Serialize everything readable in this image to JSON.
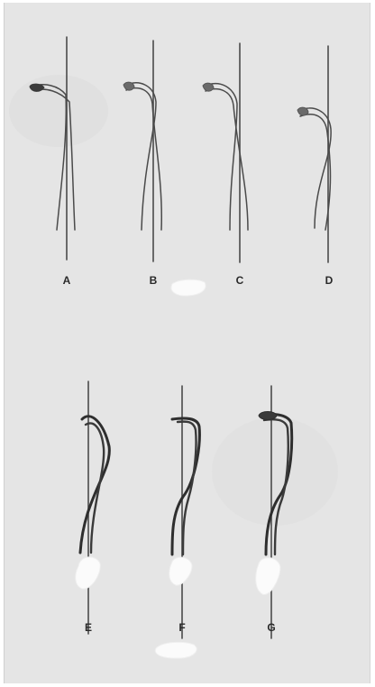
{
  "figure": {
    "background": "#e5e5e5",
    "stroke_color": "#4a4a4a",
    "dark_stroke_color": "#2e2e2e",
    "panels": [
      {
        "id": "A",
        "label": "A"
      },
      {
        "id": "B",
        "label": "B"
      },
      {
        "id": "C",
        "label": "C"
      },
      {
        "id": "D",
        "label": "D"
      },
      {
        "id": "E",
        "label": "E"
      },
      {
        "id": "F",
        "label": "F"
      },
      {
        "id": "G",
        "label": "G"
      }
    ]
  }
}
